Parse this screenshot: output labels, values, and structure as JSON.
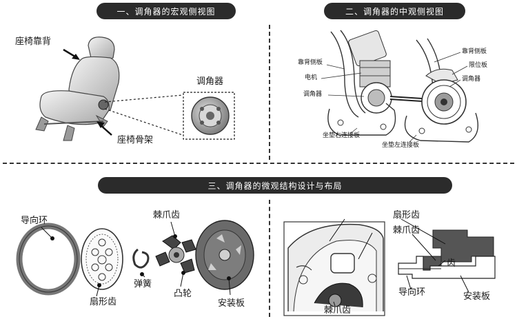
{
  "headers": {
    "macro": "一、调角器的宏观侧视图",
    "meso": "二、调角器的中观侧视图",
    "micro": "三、调角器的微观结构设计与布局"
  },
  "macro_view": {
    "seat_back": "座椅靠背",
    "seat_frame": "座椅骨架",
    "recliner": "调角器"
  },
  "meso_view": {
    "backrest_plate_left": "靠背侧板",
    "motor": "电机",
    "recliner_left": "调角器",
    "right_connect_plate": "坐垫右连接板",
    "backrest_plate_right": "靠背侧板",
    "limit_plate": "限位板",
    "recliner_right": "调角器",
    "left_connect_plate": "坐垫左连接板"
  },
  "exploded_view": {
    "guide_ring": "导向环",
    "sector_gear": "扇形齿",
    "pawl": "棘爪齿",
    "spring": "弹簧",
    "cam": "凸轮",
    "mount_plate": "安装板"
  },
  "section_view": {
    "sector_gear": "扇形齿",
    "pawl": "棘爪齿",
    "tooth": "齿",
    "guide_ring": "导向环",
    "mount_plate": "安装板",
    "pawl_bottom": "棘爪齿"
  }
}
